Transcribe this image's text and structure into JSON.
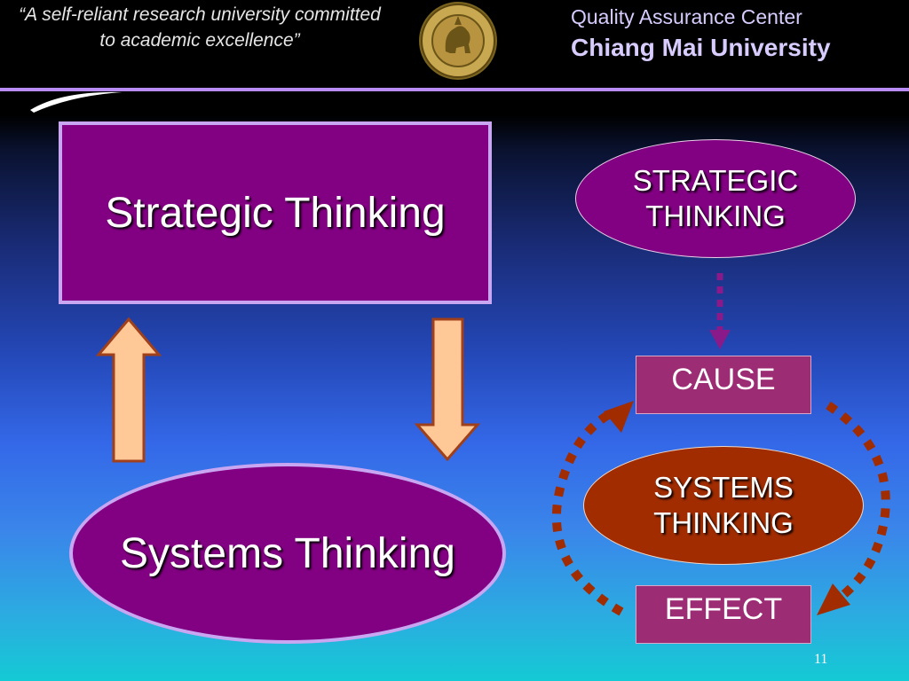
{
  "header": {
    "motto": "“A self-reliant research university committed to academic excellence”",
    "center_name": "Quality Assurance Center",
    "university_name": "Chiang Mai University"
  },
  "diagram": {
    "left": {
      "strategic_label": "Strategic Thinking",
      "systems_label": "Systems Thinking"
    },
    "right": {
      "strategic_label_line1": "STRATEGIC",
      "strategic_label_line2": "THINKING",
      "cause_label": "CAUSE",
      "systems_label_line1": "SYSTEMS",
      "systems_label_line2": "THINKING",
      "effect_label": "EFFECT"
    }
  },
  "footer": {
    "page_number": "11"
  },
  "colors": {
    "purple_fill": "#820082",
    "lavender_border": "#c8a6f2",
    "arrow_fill": "#ffc896",
    "arrow_stroke": "#a0401a",
    "rust": "#a02c00",
    "cause_effect_fill": "#9c2c74"
  },
  "icons": {
    "seal": "university-seal-icon",
    "up_arrow": "up-arrow-icon",
    "down_arrow": "down-arrow-icon",
    "dotted_arrow": "dotted-arrow-icon",
    "cycle_arrows": "cycle-arrow-icon"
  }
}
